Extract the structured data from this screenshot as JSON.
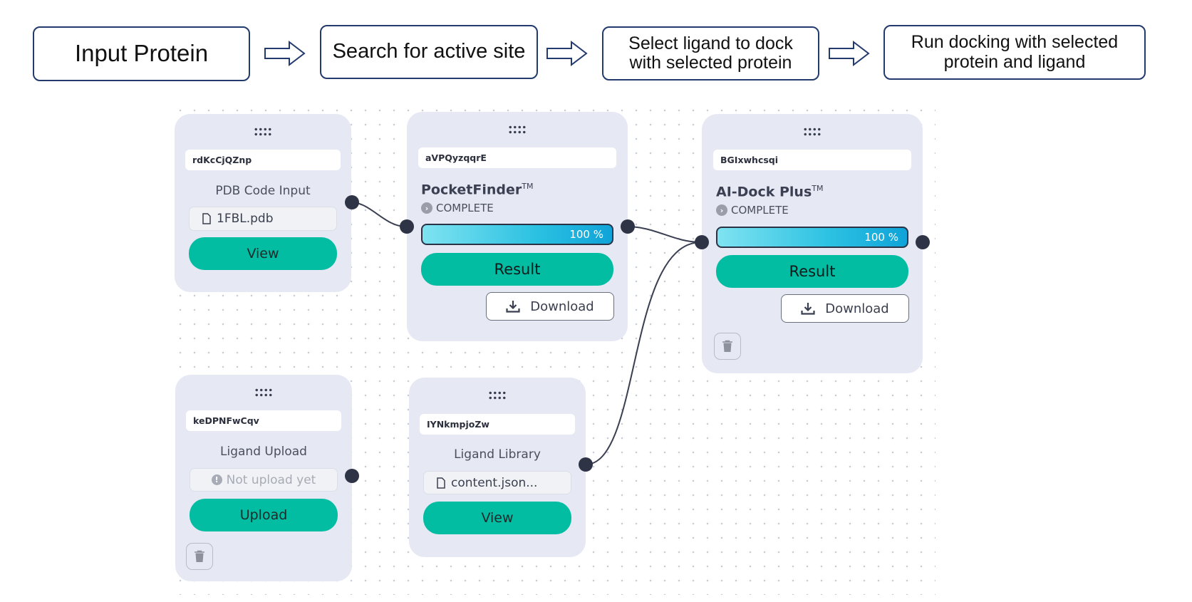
{
  "steps": [
    "Input Protein",
    "Search for active site",
    "Select ligand to dock\nwith selected protein",
    "Run docking with selected\nprotein and ligand"
  ],
  "nodes": {
    "pdb_input": {
      "id": "rdKcCjQZnp",
      "label": "PDB Code Input",
      "file": "1FBL.pdb",
      "button": "View"
    },
    "pocketfinder": {
      "id": "aVPQyzqqrE",
      "title": "PocketFinder",
      "tm": "TM",
      "status": "COMPLETE",
      "progress": 1.0,
      "progress_label": "100 %",
      "result": "Result",
      "download": "Download"
    },
    "aidock": {
      "id": "BGIxwhcsqi",
      "title": "AI-Dock Plus",
      "tm": "TM",
      "status": "COMPLETE",
      "progress": 1.0,
      "progress_label": "100 %",
      "result": "Result",
      "download": "Download"
    },
    "ligand_upload": {
      "id": "keDPNFwCqv",
      "label": "Ligand Upload",
      "file": "Not upload yet",
      "button": "Upload"
    },
    "ligand_library": {
      "id": "IYNkmpjoZw",
      "label": "Ligand Library",
      "file": "content.json...",
      "button": "View"
    }
  },
  "edges": [
    {
      "from": "pdb_input",
      "to": "pocketfinder"
    },
    {
      "from": "pocketfinder",
      "to": "aidock"
    },
    {
      "from": "ligand_library",
      "to": "aidock"
    }
  ],
  "colors": {
    "accent_green": "#03bda3",
    "node_bg": "#e6e8f3",
    "step_border": "#223a6d",
    "handle": "#2e3446"
  }
}
